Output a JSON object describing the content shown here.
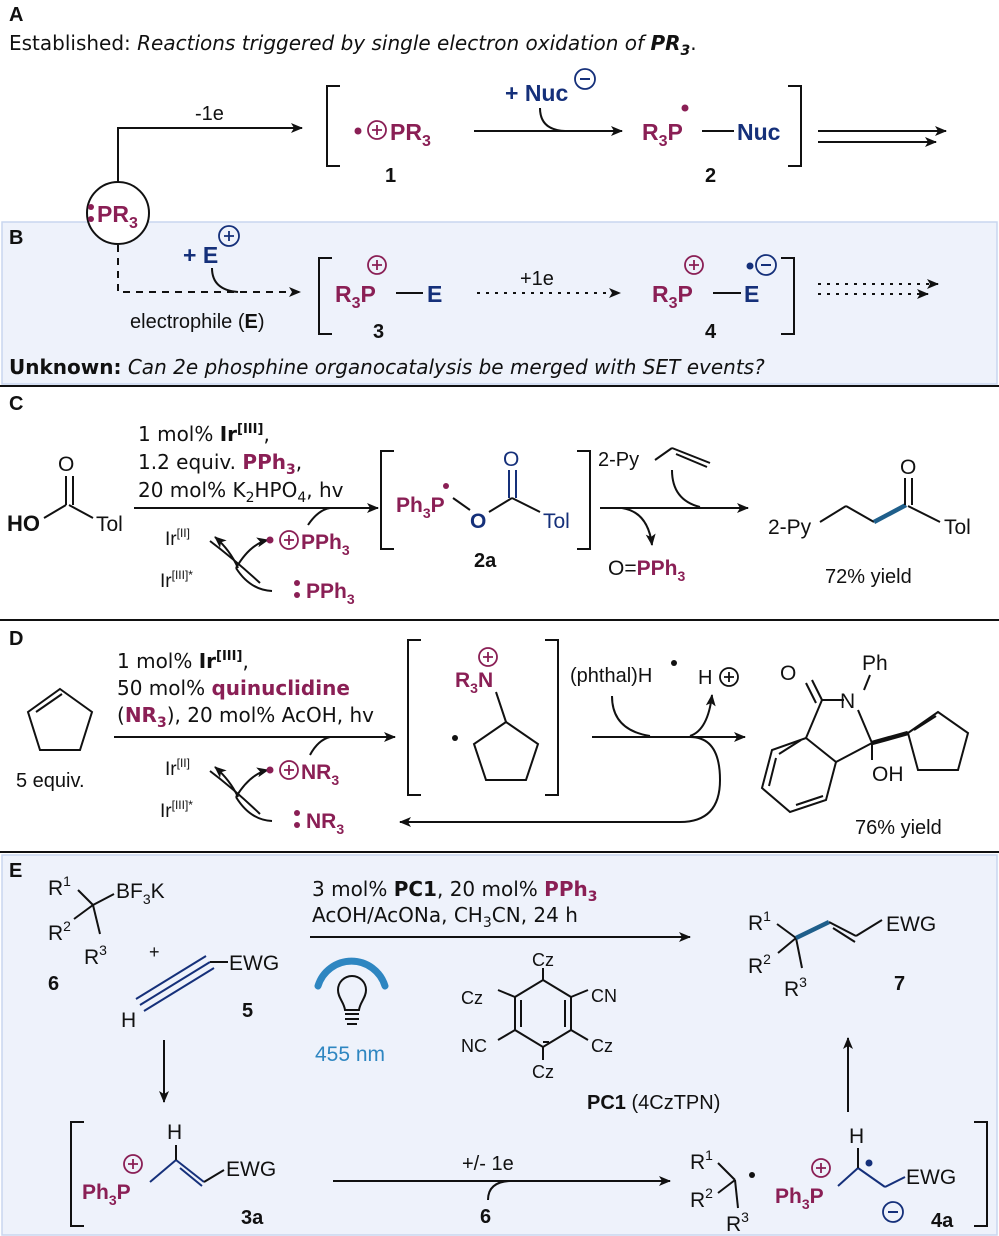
{
  "colors": {
    "magenta": "#8a1f55",
    "navy": "#15307a",
    "panel_bg": "#eef2fb",
    "light_blue": "#2e86c1",
    "bond_blue": "#1f5f8b"
  },
  "panel_a": {
    "label": "A",
    "caption_prefix": "Established: ",
    "caption_italic": "Reactions triggered by single electron oxidation of ",
    "caption_pr": "PR",
    "caption_sub": "3",
    "caption_end": ".",
    "arrow1_label": "-1e",
    "radical_cation": "PR",
    "radical_cation_sub": "3",
    "nuc_plus": "+ Nuc",
    "int2_r": "R",
    "int2_sub": "3",
    "int2_p": "P",
    "int2_nuc": "Nuc",
    "num1": "1",
    "num2": "2"
  },
  "phosphine": {
    "text": "PR",
    "sub": "3"
  },
  "panel_b": {
    "label": "B",
    "e_plus": "+ E",
    "electrophile": "electrophile (",
    "electrophile_e": "E",
    "electrophile_close": ")",
    "int3_r": "R",
    "int3_sub": "3",
    "int3_p": "P",
    "int3_e": "E",
    "arrow_label": "+1e",
    "int4_r": "R",
    "int4_sub": "3",
    "int4_p": "P",
    "int4_e": "E",
    "num3": "3",
    "num4": "4",
    "unknown_bold": "Unknown:",
    "unknown_text": " Can 2e phosphine organocatalysis be merged with SET events?"
  },
  "panel_c": {
    "label": "C",
    "cond1_a": "1 mol% ",
    "cond1_b": "Ir",
    "cond1_sup": "[III]",
    "cond1_c": ",",
    "cond2_a": "1.2 equiv. ",
    "cond2_b": "PPh",
    "cond2_sub": "3",
    "cond2_c": ",",
    "cond3_a": "20 mol% K",
    "cond3_sub1": "2",
    "cond3_b": "HPO",
    "cond3_sub2": "4",
    "cond3_c": ", hv",
    "ho": "HO",
    "o_top": "O",
    "tol": "Tol",
    "ir2": "Ir",
    "ir2_sup": "[II]",
    "ir3": "Ir",
    "ir3_sup": "[III]*",
    "rad_pph3": "PPh",
    "rad_pph3_sub": "3",
    "lone_pph3": "PPh",
    "lone_pph3_sub": "3",
    "int_ph3p": "Ph",
    "int_ph3p_sub": "3",
    "int_p": "P",
    "int_o": "O",
    "int_o_top": "O",
    "int_tol": "Tol",
    "num2a": "2a",
    "pyr": "2-Py",
    "opph3_a": "O",
    "opph3_eq": "=",
    "opph3_b": "PPh",
    "opph3_sub": "3",
    "prod_py": "2-Py",
    "prod_o": "O",
    "prod_tol": "Tol",
    "yield": "72% yield"
  },
  "panel_d": {
    "label": "D",
    "cond1_a": "1 mol% ",
    "cond1_b": "Ir",
    "cond1_sup": "[III]",
    "cond1_c": ",",
    "cond2_a": "50 mol% ",
    "cond2_b": "quinuclidine",
    "cond3_a": "(",
    "cond3_b": "NR",
    "cond3_sub": "3",
    "cond3_c": "), 20 mol% AcOH, hv",
    "equiv": "5 equiv.",
    "ir2": "Ir",
    "ir2_sup": "[II]",
    "ir3": "Ir",
    "ir3_sup": "[III]*",
    "rad_nr3": "NR",
    "rad_nr3_sub": "3",
    "lone_nr3": "NR",
    "lone_nr3_sub": "3",
    "int_r3": "R",
    "int_r3_sub": "3",
    "int_n": "N",
    "phthal": "(phthal)H",
    "hplus": "H",
    "prod_o": "O",
    "prod_n": "N",
    "prod_ph": "Ph",
    "prod_oh": "OH",
    "yield": "76% yield"
  },
  "panel_e": {
    "label": "E",
    "r1": "R",
    "r1_sup": "1",
    "bf3k_a": "BF",
    "bf3k_sub": "3",
    "bf3k_b": "K",
    "r2": "R",
    "r2_sup": "2",
    "r3": "R",
    "r3_sup": "3",
    "plus": "+",
    "num6": "6",
    "ewg": "EWG",
    "h": "H",
    "num5": "5",
    "cond1_a": "3 mol% ",
    "cond1_b": "PC1",
    "cond1_c": ", 20 mol% ",
    "cond1_d": "PPh",
    "cond1_sub": "3",
    "cond2_a": "AcOH/AcONa, CH",
    "cond2_sub": "3",
    "cond2_b": "CN, 24 h",
    "wavelength": "455 nm",
    "cz": "Cz",
    "cn": "CN",
    "nc": "NC",
    "pc1": "PC1",
    "pc1_name": " (4CzTPN)",
    "prod_ewg": "EWG",
    "num7": "7",
    "int3a_ph": "Ph",
    "int3a_sub": "3",
    "int3a_p": "P",
    "int3a_h": "H",
    "int3a_ewg": "EWG",
    "num3a": "3a",
    "arrow_label": "+/- 1e",
    "arrow_sub": "6",
    "int4a_ph": "Ph",
    "int4a_sub": "3",
    "int4a_p": "P",
    "int4a_h": "H",
    "int4a_ewg": "EWG",
    "num4a": "4a"
  }
}
